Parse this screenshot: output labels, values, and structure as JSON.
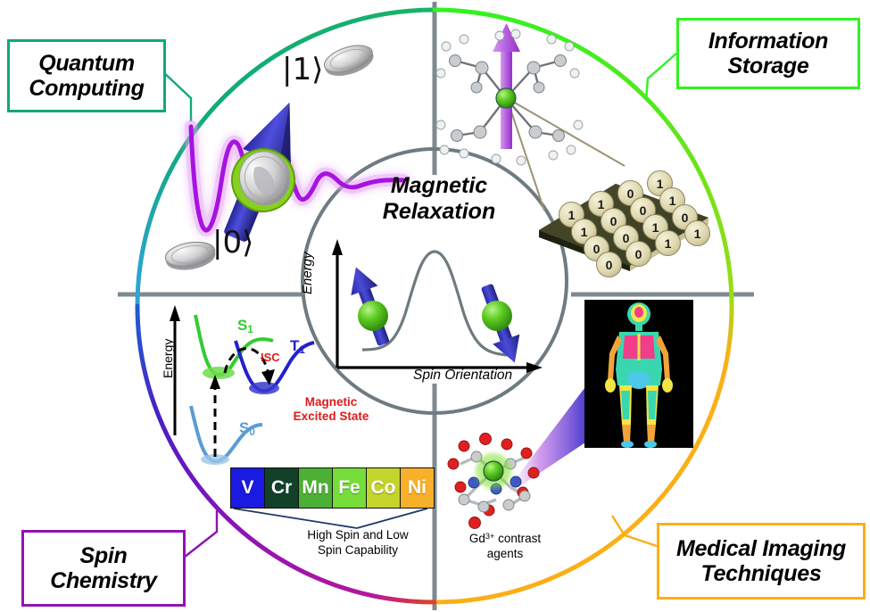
{
  "figure": {
    "center_title_line1": "Magnetic",
    "center_title_line2": "Relaxation",
    "center_axis_y": "Energy",
    "center_axis_x": "Spin Orientation"
  },
  "callouts": [
    {
      "id": "quantum-computing",
      "line1": "Quantum",
      "line2": "Computing",
      "color": "#0fa97d"
    },
    {
      "id": "information-storage",
      "line1": "Information",
      "line2": "Storage",
      "color": "#2ff321"
    },
    {
      "id": "spin-chemistry",
      "line1": "Spin",
      "line2": "Chemistry",
      "color": "#8f13b5"
    },
    {
      "id": "medical-imaging",
      "line1": "Medical Imaging",
      "line2": "Techniques",
      "color": "#fbaf17"
    }
  ],
  "quantum": {
    "ket_one": "|1⟩",
    "ket_zero": "|0⟩"
  },
  "information_storage": {
    "bit_rows": [
      [
        "1",
        "1",
        "0",
        "1"
      ],
      [
        "1",
        "0",
        "0",
        "1"
      ],
      [
        "0",
        "0",
        "1",
        "0"
      ],
      [
        "0",
        "0",
        "1",
        "1"
      ]
    ]
  },
  "spin_chemistry": {
    "axis_y": "Energy",
    "state_s1": "S",
    "state_s1_sub": "1",
    "state_t1": "T",
    "state_t1_sub": "1",
    "state_s0": "S",
    "state_s0_sub": "0",
    "isc": "ISC",
    "magnetic_excited_state_line1": "Magnetic",
    "magnetic_excited_state_line2": "Excited State",
    "caption_line1": "High Spin and Low",
    "caption_line2": "Spin Capability",
    "elements": [
      {
        "symbol": "V",
        "color": "#1a1ae0"
      },
      {
        "symbol": "Cr",
        "color": "#12412a"
      },
      {
        "symbol": "Mn",
        "color": "#4cb034"
      },
      {
        "symbol": "Fe",
        "color": "#76dd3a"
      },
      {
        "symbol": "Co",
        "color": "#c3d42c"
      },
      {
        "symbol": "Ni",
        "color": "#f8b02a"
      }
    ]
  },
  "medical_imaging": {
    "caption_prefix": "Gd",
    "caption_sup": "3+",
    "caption_rest": " contrast",
    "caption_line2": "agents"
  },
  "colors": {
    "ring_teal": "#0fa97d",
    "ring_green": "#2ff321",
    "ring_orange": "#fbaf17",
    "ring_purple": "#8f13b5",
    "divider_gray": "#7d8a90",
    "inner_ring": "#6e7b80",
    "spin_blue": "#3333bb",
    "spin_green": "#55cc22",
    "wave_violet": "#a812e0"
  }
}
